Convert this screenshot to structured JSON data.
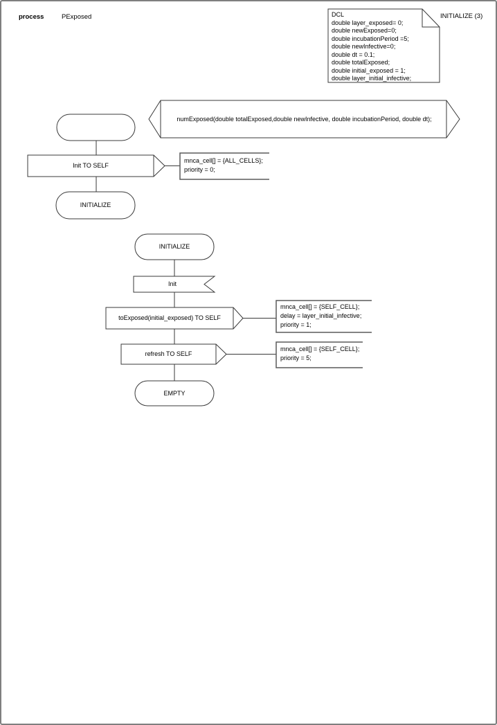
{
  "header": {
    "keyword": "process",
    "name": "PExposed"
  },
  "page_label": "INITIALIZE (3)",
  "declaration_box": {
    "lines": [
      "DCL",
      "double layer_exposed= 0;",
      "double newExposed=0;",
      "double incubationPeriod =5;",
      "double newInfective=0;",
      "double dt = 0.1;",
      "double totalExposed;",
      "double initial_exposed = 1;",
      "double layer_initial_infective;"
    ]
  },
  "procedure_declaration": {
    "text": "numExposed(double totalExposed,double newInfective, double incubationPeriod, double dt);"
  },
  "start_transition": {
    "output": "Init TO SELF",
    "comment": [
      "mnca_cell[] = {ALL_CELLS};",
      "priority = 0;"
    ],
    "next_state": "INITIALIZE"
  },
  "initialize_transition": {
    "state": "INITIALIZE",
    "input": "Init",
    "output_to_exposed": "toExposed(initial_exposed) TO SELF",
    "comment_to_exposed": [
      "mnca_cell[] = {SELF_CELL};",
      "delay = layer_initial_infective;",
      "priority = 1;"
    ],
    "output_refresh": "refresh TO SELF",
    "comment_refresh": [
      "mnca_cell[] = {SELF_CELL};",
      "priority = 5;"
    ],
    "next_state": "EMPTY"
  },
  "colors": {
    "shape_stroke": "#383838",
    "comment_stroke": "#5a5a5a",
    "page_border": "#7f7f7f",
    "background": "#ffffff",
    "text": "#000000"
  }
}
